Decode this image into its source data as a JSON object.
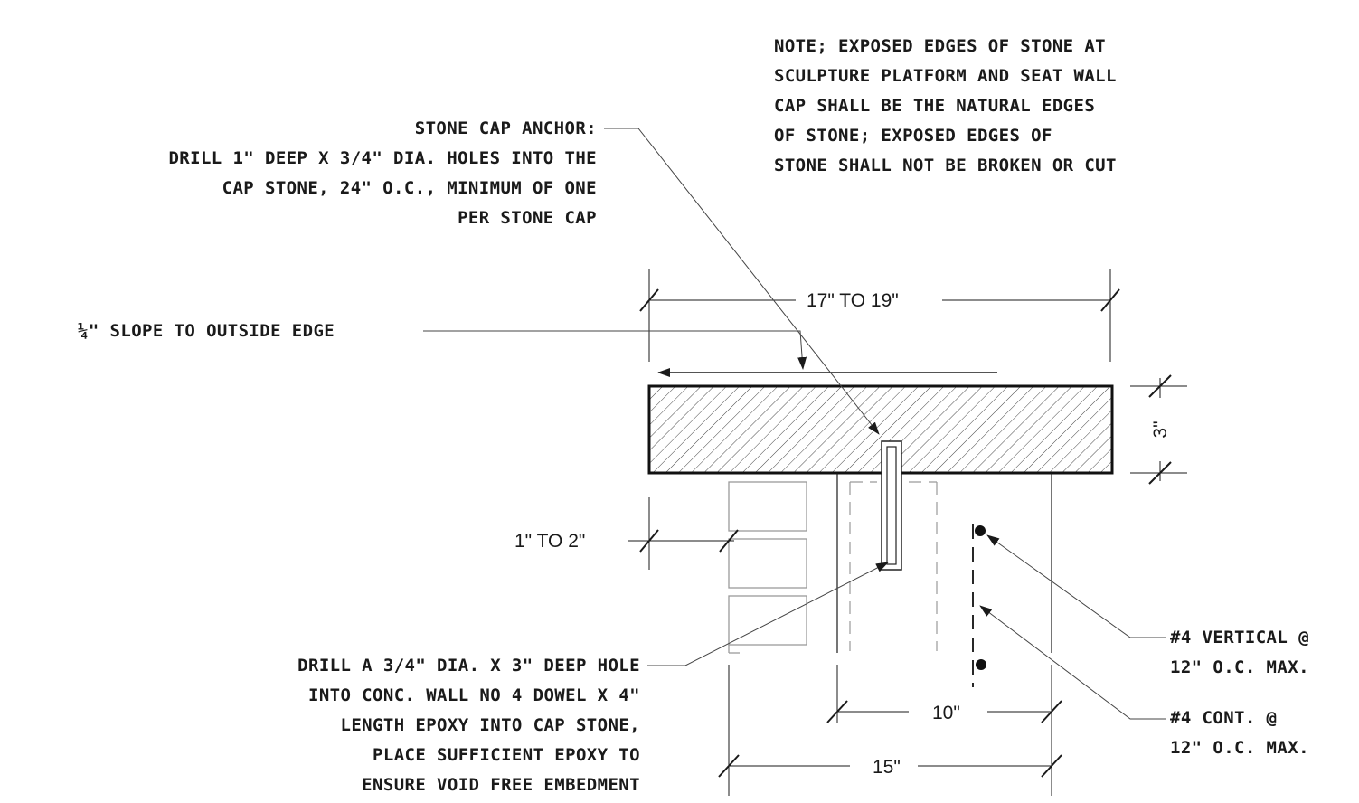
{
  "general_note": {
    "lines": [
      "NOTE; EXPOSED EDGES OF STONE AT",
      "SCULPTURE PLATFORM AND SEAT WALL",
      "CAP SHALL BE THE NATURAL EDGES",
      "OF STONE; EXPOSED EDGES OF",
      "STONE SHALL NOT BE BROKEN OR CUT"
    ]
  },
  "anchor_callout": {
    "lines": [
      "STONE CAP ANCHOR:",
      "DRILL 1\" DEEP X 3/4\" DIA. HOLES INTO THE",
      "CAP STONE, 24\" O.C., MINIMUM OF ONE",
      "PER STONE CAP"
    ]
  },
  "slope_callout": {
    "text": "¼\" SLOPE TO OUTSIDE EDGE"
  },
  "dowel_callout": {
    "lines": [
      "DRILL A 3/4\" DIA. X 3\" DEEP HOLE",
      "INTO CONC. WALL NO 4 DOWEL X 4\"",
      "LENGTH EPOXY INTO CAP STONE,",
      "PLACE SUFFICIENT EPOXY TO",
      "ENSURE VOID FREE EMBEDMENT"
    ]
  },
  "vertical_bar_callout": {
    "lines": [
      "#4 VERTICAL @",
      "12\" O.C. MAX."
    ]
  },
  "cont_bar_callout": {
    "lines": [
      "#4 CONT. @",
      "12\" O.C. MAX."
    ]
  },
  "dimensions": {
    "cap_width": "17\" TO 19\"",
    "cap_thickness": "3\"",
    "veneer_offset": "1\" TO 2\"",
    "wall_width": "10\"",
    "overall_width": "15\""
  },
  "colors": {
    "line": "#1a1a1a",
    "hatch": "#333333",
    "hidden": "#888888"
  }
}
